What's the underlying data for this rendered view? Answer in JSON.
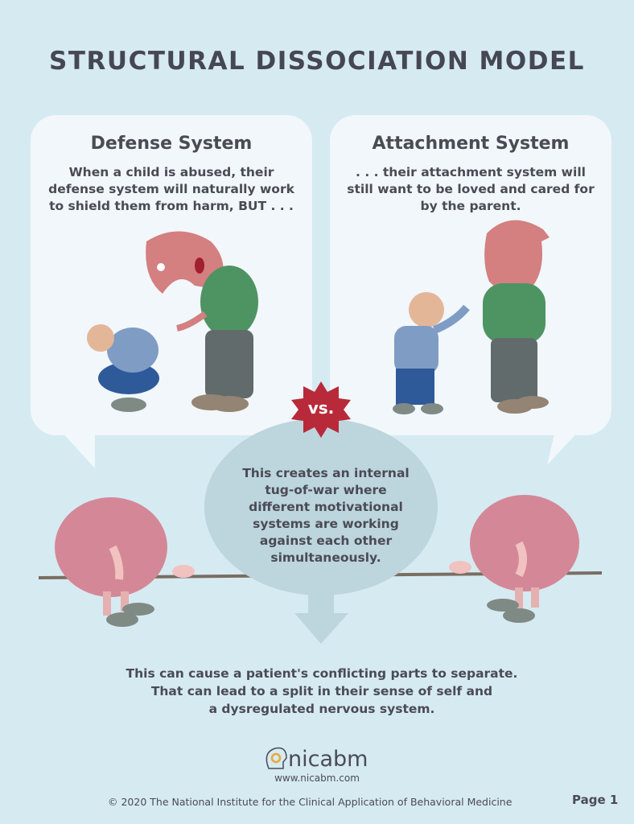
{
  "title": "STRUCTURAL DISSOCIATION MODEL",
  "defense": {
    "title": "Defense System",
    "text": "When a child is abused, their defense system will naturally work to shield them from harm, BUT . . ."
  },
  "attachment": {
    "title": "Attachment System",
    "text": ". . . their attachment system will still want to be loved and cared for by the parent."
  },
  "vs_label": "vs.",
  "middle_text": "This creates an internal tug-of-war where different motivational systems are working against each other simultaneously.",
  "bottom_text": [
    "This can cause a patient's conflicting parts to separate.",
    "That can lead to a split in their sense of self and",
    "a dysregulated nervous system."
  ],
  "footer": {
    "logo_text": "nicabm",
    "url": "www.nicabm.com",
    "copyright": "© 2020 The National Institute for the Clinical Application of Behavioral Medicine",
    "page": "Page 1"
  },
  "colors": {
    "background": "#d6eaf2",
    "bubble": "#f1f7fa",
    "ellipse": "#bdd5dd",
    "vs": "#b82a3a",
    "text": "#4a4b55"
  }
}
